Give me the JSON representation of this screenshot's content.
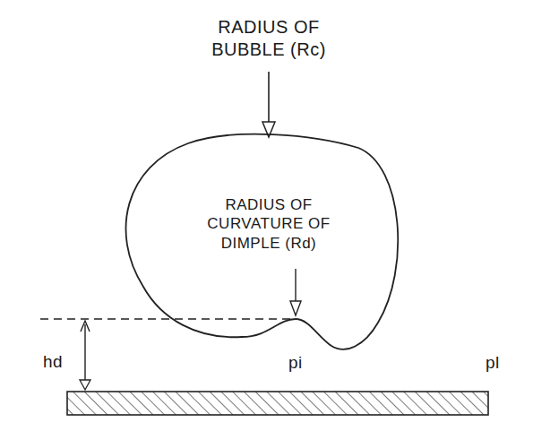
{
  "diagram": {
    "nodes": [
      {
        "text": [
          "RADIUS OF CURVATURE OF DIMPLE (Rd)"
        ]
      }
    ],
    "labels": [
      "RADIUS OF BUBBLE (Rc)",
      "hd",
      "pi",
      "pl"
    ]
  }
}
